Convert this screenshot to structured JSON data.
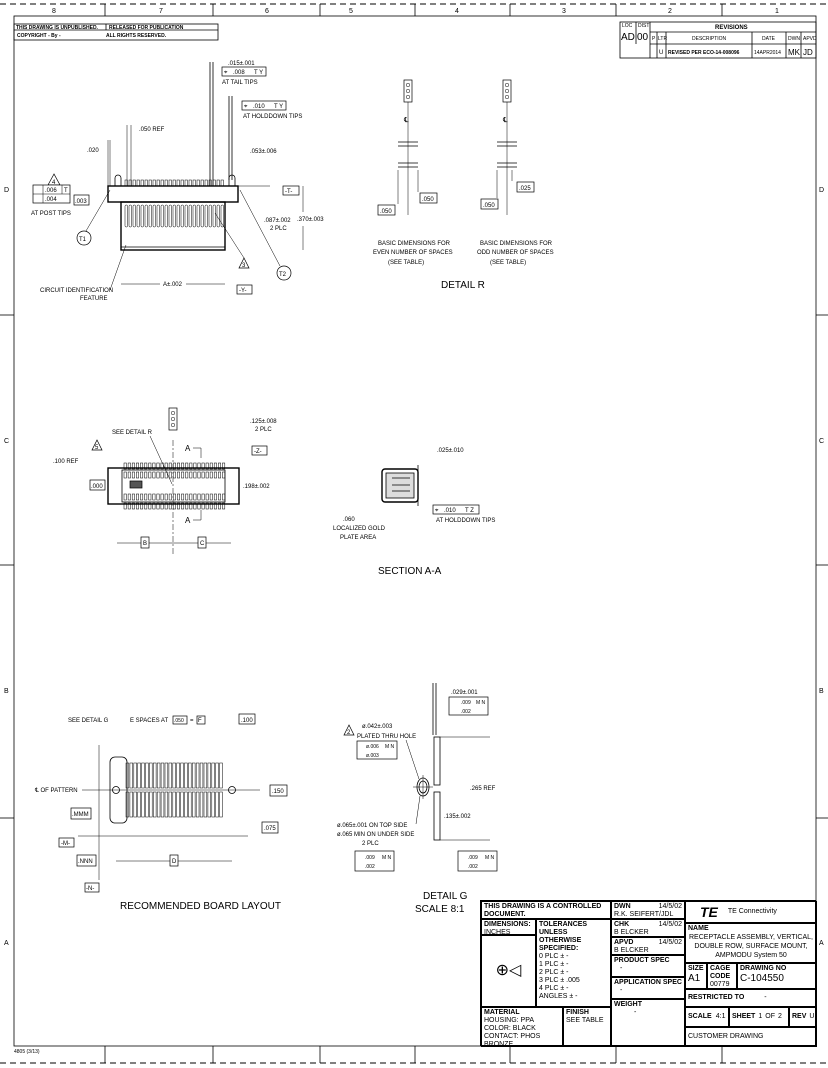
{
  "zones": {
    "top": [
      "8",
      "7",
      "6",
      "5",
      "4",
      "3",
      "2",
      "1"
    ],
    "side": [
      "D",
      "C",
      "B",
      "A"
    ]
  },
  "header": {
    "unpublished": "THIS DRAWING IS UNPUBLISHED.",
    "released": "RELEASED FOR PUBLICATION",
    "copyright": "COPYRIGHT - By -",
    "rights": "ALL RIGHTS RESERVED."
  },
  "revisions": {
    "loc_label": "LOC",
    "dist_label": "DIST",
    "loc": "AD",
    "dist": "00",
    "title": "REVISIONS",
    "columns": [
      "P",
      "LTR",
      "DESCRIPTION",
      "DATE",
      "DWN",
      "APVD"
    ],
    "row": {
      "ltr": "U",
      "description": "REVISED PER ECO-14-008096",
      "date": "14APR2014",
      "dwn": "MK",
      "apvd": "JD"
    }
  },
  "top_view": {
    "tail_dim": ".015±.001",
    "tail_tol": ".008",
    "tail_ref": "T Y",
    "tail_note": "AT TAIL TIPS",
    "hold_tol": ".010",
    "hold_ref": "T Y",
    "hold_note": "AT HOLDDOWN TIPS",
    "ref050": ".050 REF",
    "d020": ".020",
    "d053": ".053±.006",
    "datum_t": "-T-",
    "flag4": "4",
    "post_tol1": ".006",
    "post_ref": "T",
    "post_tol2": ".004",
    "post_note": "AT POST TIPS",
    "d003": ".003",
    "d087": ".087±.002",
    "plc2": "2 PLC",
    "d370": ".370±.003",
    "t1": "T1",
    "t2": "T2",
    "flag3": "3",
    "circuit_note_1": "CIRCUIT IDENTIFICATION",
    "circuit_note_2": "FEATURE",
    "dim_a": "A±.002",
    "datum_y": "-Y-"
  },
  "detail_r": {
    "even_1": "BASIC DIMENSIONS FOR",
    "even_2": "EVEN NUMBER OF SPACES",
    "even_3": "(SEE TABLE)",
    "odd_1": "BASIC DIMENSIONS FOR",
    "odd_2": "ODD NUMBER OF SPACES",
    "odd_3": "(SEE TABLE)",
    "d050a": ".050",
    "d050b": ".050",
    "d050c": ".050",
    "d025": ".025",
    "cl": "℄",
    "title": "DETAIL R"
  },
  "plan_view": {
    "see_detail": "SEE DETAIL R",
    "flag5": "5",
    "ref100": ".100 REF",
    "d000": ".000",
    "sec_a": "A",
    "d125": ".125±.008",
    "plc2": "2 PLC",
    "datum_z": "-Z-",
    "d198": ".198±.002",
    "dim_b": "B",
    "dim_c": "C"
  },
  "section": {
    "d025": ".025±.010",
    "tol": ".010",
    "ref": "T Z",
    "note": "AT HOLDDOWN TIPS",
    "gold_1": ".060",
    "gold_2": "LOCALIZED GOLD",
    "gold_3": "PLATE AREA",
    "title": "SECTION A-A"
  },
  "board": {
    "see_detail": "SEE DETAIL G",
    "spaces": "E SPACES AT",
    "pitch": ".050",
    "eq": "=",
    "f": "F",
    "d100": ".100",
    "cl_pattern": "℄ OF PATTERN",
    "d150": ".150",
    "mmm": ".MMM",
    "d075": ".075",
    "datum_m": "-M-",
    "nnn": ".NNN",
    "dim_d": "D",
    "datum_n": "-N-",
    "title": "RECOMMENDED BOARD LAYOUT"
  },
  "detail_g": {
    "d029": ".029±.001",
    "tol_a1": ".009",
    "ref_a": "M N",
    "tol_a2": ".002",
    "flag2": "2",
    "hole_1": "ø.042±.003",
    "hole_2": "PLATED THRU HOLE",
    "tol_b1": "ø.006",
    "ref_b": "M N",
    "tol_b2": "ø.003",
    "pad_1": "ø.065±.001 ON TOP SIDE",
    "pad_2": "ø.065 MIN ON UNDER SIDE",
    "pad_3": "2 PLC",
    "tol_c1": ".009",
    "ref_c": "M N",
    "tol_c2": ".002",
    "d265": ".265 REF",
    "d135": ".135±.002",
    "tol_d1": ".009",
    "ref_d": "M N",
    "tol_d2": ".002",
    "title": "DETAIL G",
    "scale": "SCALE 8:1"
  },
  "title_block": {
    "controlled": "THIS DRAWING IS A CONTROLLED DOCUMENT.",
    "dimensions": "DIMENSIONS:",
    "inches": "INCHES",
    "tolerances": "TOLERANCES UNLESS OTHERWISE SPECIFIED:",
    "tol_rows": [
      "0 PLC  ± -",
      "1 PLC  ± -",
      "2 PLC  ± -",
      "3 PLC  ± .005",
      "4 PLC  ± -",
      "ANGLES  ± -"
    ],
    "dwn_label": "DWN",
    "dwn": "R.K. SEIFERT/JDL",
    "dwn_date": "14/5/02",
    "chk_label": "CHK",
    "chk": "B ELCKER",
    "chk_date": "14/5/02",
    "appr_label": "APVD",
    "appr": "B ELCKER",
    "appr_date": "14/5/02",
    "product_spec_label": "PRODUCT SPEC",
    "product_spec": "-",
    "app_spec_label": "APPLICATION SPEC",
    "app_spec": "-",
    "weight_label": "WEIGHT",
    "weight": "-",
    "material_label": "MATERIAL",
    "material_lines": [
      "HOUSING: PPA",
      "COLOR: BLACK",
      "CONTACT: PHOS BRONZE"
    ],
    "finish_label": "FINISH",
    "finish": "SEE TABLE",
    "company": "TE Connectivity",
    "logo": "TE",
    "name_label": "NAME",
    "title_lines": [
      "RECEPTACLE ASSEMBLY, VERTICAL,",
      "DOUBLE ROW, SURFACE MOUNT,",
      "AMPMODU System 50"
    ],
    "size_label": "SIZE",
    "size": "A1",
    "cage_label": "CAGE CODE",
    "cage": "00779",
    "dwg_label": "DRAWING NO",
    "dwg": "C-104550",
    "restricted_label": "RESTRICTED TO",
    "restricted": "-",
    "customer": "CUSTOMER DRAWING",
    "scale_label": "SCALE",
    "scale": "4:1",
    "sheet_label": "SHEET",
    "sheet": "1",
    "of": "OF",
    "sheets": "2",
    "rev_label": "REV",
    "rev": "U"
  },
  "form_no": "4805 (3/13)"
}
